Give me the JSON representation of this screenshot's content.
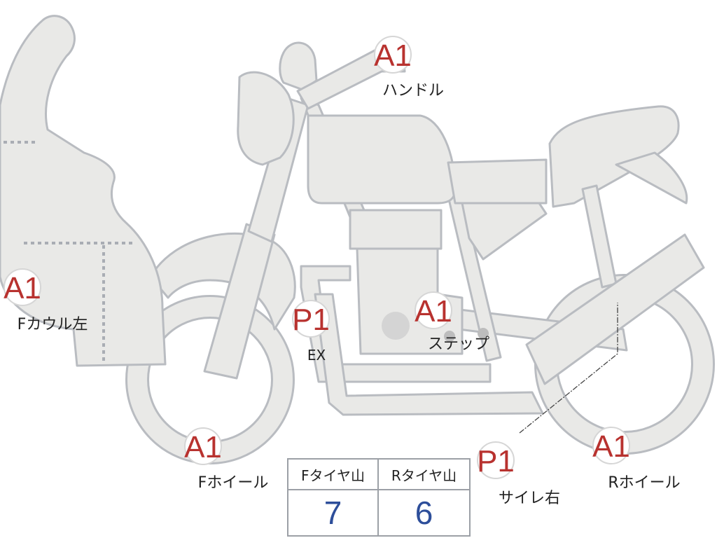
{
  "badges": [
    {
      "id": "handle",
      "code": "A1",
      "label": "ハンドル"
    },
    {
      "id": "f-cowl-left",
      "code": "A1",
      "label": "Fカウル左"
    },
    {
      "id": "ex",
      "code": "P1",
      "label": "EX"
    },
    {
      "id": "step",
      "code": "A1",
      "label": "ステップ"
    },
    {
      "id": "f-wheel",
      "code": "A1",
      "label": "Fホイール"
    },
    {
      "id": "muffler-right",
      "code": "P1",
      "label": "サイレ右"
    },
    {
      "id": "r-wheel",
      "code": "A1",
      "label": "Rホイール"
    }
  ],
  "tire_table": {
    "headers": [
      "Fタイヤ山",
      "Rタイヤ山"
    ],
    "values": [
      "7",
      "6"
    ]
  },
  "colors": {
    "body_fill": "#e9e9e7",
    "outline": "#b9bcc1",
    "badge_code": "#b8322f",
    "table_value": "#2d4e9a"
  }
}
